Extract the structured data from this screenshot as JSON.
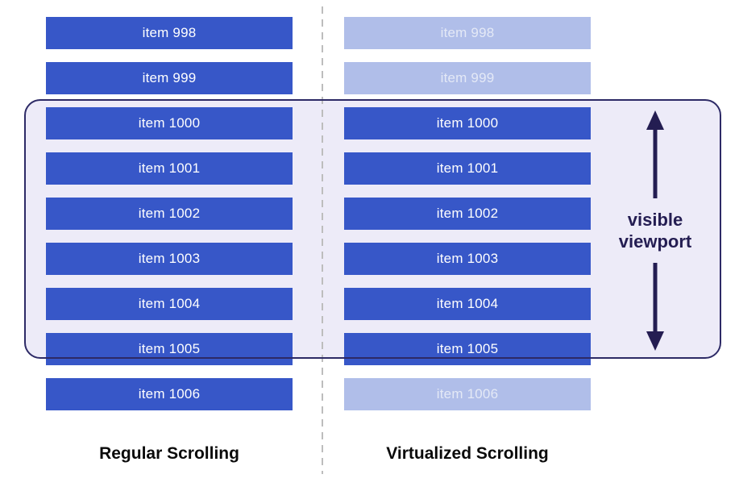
{
  "colors": {
    "item_solid_bg": "#3757C8",
    "item_faded_bg": "#B0BEE9",
    "item_text_solid": "#FFFFFF",
    "item_text_faded": "#E4E9F6",
    "viewport_fill": "#EDEBF8",
    "viewport_border": "#2D2A66",
    "annotation": "#241D52",
    "divider": "#BDBDBD",
    "label_text": "#0A0A0A"
  },
  "columns": {
    "left": {
      "label": "Regular Scrolling",
      "items": [
        {
          "label": "item 998",
          "state": "solid"
        },
        {
          "label": "item 999",
          "state": "solid"
        },
        {
          "label": "item 1000",
          "state": "solid"
        },
        {
          "label": "item 1001",
          "state": "solid"
        },
        {
          "label": "item 1002",
          "state": "solid"
        },
        {
          "label": "item 1003",
          "state": "solid"
        },
        {
          "label": "item 1004",
          "state": "solid"
        },
        {
          "label": "item 1005",
          "state": "solid"
        },
        {
          "label": "item 1006",
          "state": "solid"
        }
      ]
    },
    "right": {
      "label": "Virtualized Scrolling",
      "items": [
        {
          "label": "item 998",
          "state": "faded"
        },
        {
          "label": "item 999",
          "state": "faded"
        },
        {
          "label": "item 1000",
          "state": "solid"
        },
        {
          "label": "item 1001",
          "state": "solid"
        },
        {
          "label": "item 1002",
          "state": "solid"
        },
        {
          "label": "item 1003",
          "state": "solid"
        },
        {
          "label": "item 1004",
          "state": "solid"
        },
        {
          "label": "item 1005",
          "state": "solid"
        },
        {
          "label": "item 1006",
          "state": "faded"
        }
      ]
    }
  },
  "viewport_annotation": {
    "line1": "visible",
    "line2": "viewport"
  }
}
